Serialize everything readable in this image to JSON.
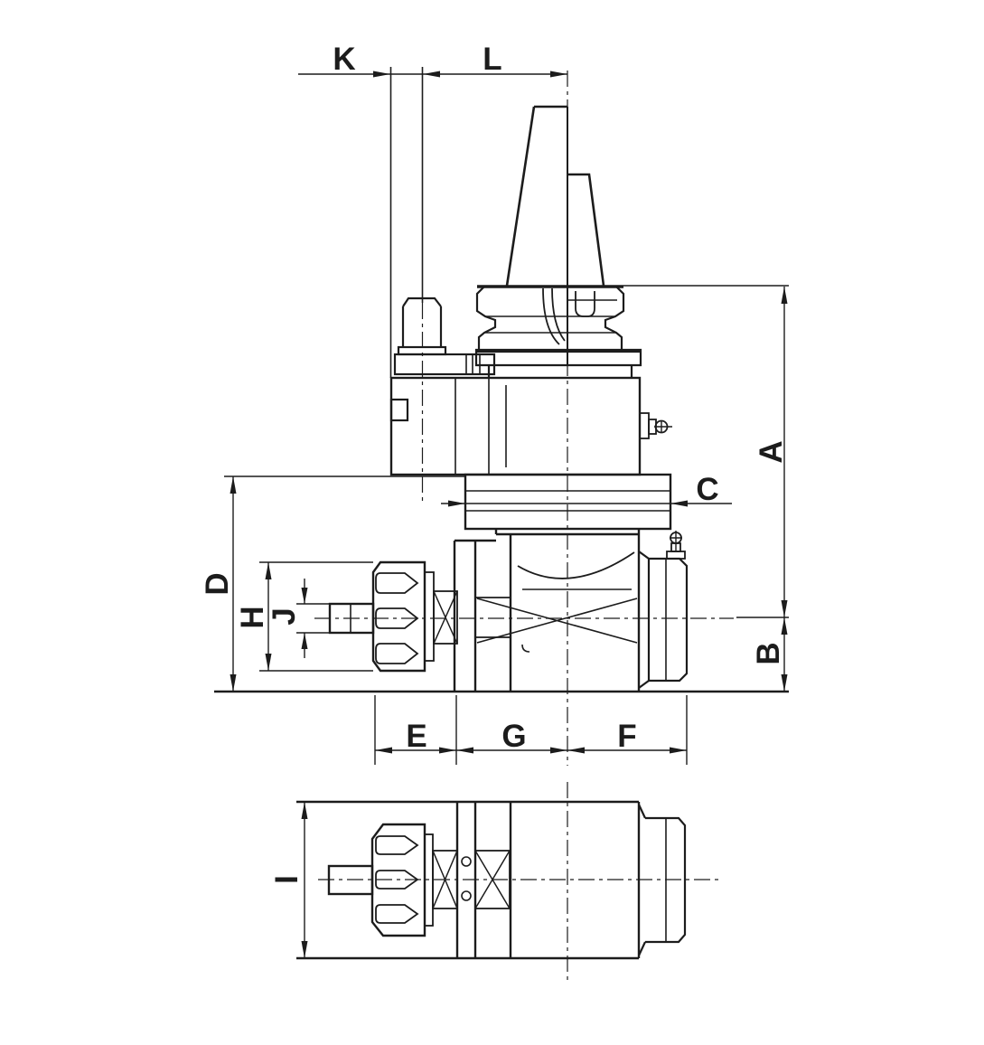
{
  "drawing": {
    "type": "technical-dimension-drawing",
    "subject": "angle head with taper shank, locating pin and collet chuck - side and bottom views",
    "background_color": "#ffffff",
    "line_color": "#1c1c1c"
  },
  "labels": {
    "a": "A",
    "b": "B",
    "c": "C",
    "d": "D",
    "e": "E",
    "f": "F",
    "g": "G",
    "h": "H",
    "i": "I",
    "j": "J",
    "k": "K",
    "l": "L"
  }
}
